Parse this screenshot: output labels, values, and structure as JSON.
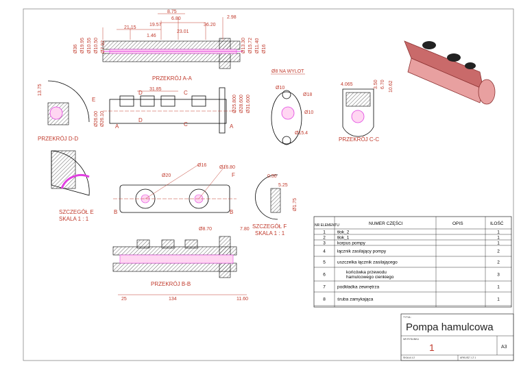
{
  "labels": {
    "section_aa": "PRZEKRÓJ A-A",
    "section_dd": "PRZEKRÓJ D-D",
    "section_cc": "PRZEKRÓJ C-C",
    "section_bb": "PRZEKRÓJ B-B",
    "detail_e_line1": "SZCZEGÓŁ E",
    "detail_e_line2": "SKALA 1 : 1",
    "detail_f_line1": "SZCZEGÓŁ F",
    "detail_f_line2": "SKALA 1 : 1",
    "outlet_callout": "Ø8 NA WYLOT",
    "view_letters": {
      "a": "A",
      "b": "B",
      "c": "C",
      "d": "D",
      "e": "E",
      "f": "F"
    }
  },
  "dims": {
    "aa_top": [
      "8.75",
      "2.98",
      "6.80",
      "21.15",
      "19.57",
      "36.20",
      "1.46",
      "23.01"
    ],
    "aa_left": [
      "Ø36",
      "Ø19.95",
      "Ø10.55",
      "Ø10.50",
      "Ø7.92"
    ],
    "aa_right": [
      "Ø13.30",
      "Ø15.72",
      "Ø11.40",
      "Ø16"
    ],
    "front": [
      "31.85",
      "Ø25.800",
      "Ø28.600",
      "Ø31.600"
    ],
    "left_small": [
      "Ø26.00",
      "Ø26.10"
    ],
    "dd": "13.75",
    "flange": [
      "Ø10",
      "Ø18",
      "Ø10",
      "Ø15.4"
    ],
    "cc": [
      "4.065",
      "3.50",
      "6.70",
      "10.62"
    ],
    "bb_view": [
      "Ø20",
      "Ø16",
      "Ø16.80",
      "Ø8.70",
      "7.80"
    ],
    "detail_f": [
      "0.50",
      "5.25",
      "Ø1.75"
    ],
    "bb_bottom": [
      "25",
      "134",
      "11.60"
    ]
  },
  "bom": {
    "headers": [
      "NR ELEMENTU",
      "NUMER CZĘŚCI",
      "OPIS",
      "ILOŚĆ"
    ],
    "rows": [
      {
        "nr": "1",
        "part": "tłok_2",
        "desc": "",
        "qty": "1"
      },
      {
        "nr": "2",
        "part": "tłok_1",
        "desc": "",
        "qty": "1"
      },
      {
        "nr": "3",
        "part": "korpus pompy",
        "desc": "",
        "qty": "1"
      },
      {
        "nr": "4",
        "part": "łącznik zasilający pompy",
        "desc": "",
        "qty": "2"
      },
      {
        "nr": "5",
        "part": "uszczelka łącznik zasilającego",
        "desc": "",
        "qty": "2"
      },
      {
        "nr": "6",
        "part": "końcówka przewodu hamulcowego cienkiego",
        "desc": "",
        "qty": "3"
      },
      {
        "nr": "7",
        "part": "podkładka zewnętrza",
        "desc": "",
        "qty": "1"
      },
      {
        "nr": "8",
        "part": "śruba zamykająca",
        "desc": "",
        "qty": "1"
      }
    ]
  },
  "title_block": {
    "title_label": "TYTUŁ:",
    "title": "Pompa hamulcowa",
    "sheet_label": "NR RYSUNKU",
    "sheet_number": "1",
    "format": "A3",
    "scale": "SKALA:1:2",
    "page": "ARKUSZ 1 Z 1"
  },
  "colors": {
    "dimension": "#c0392b",
    "section": "#e040e0",
    "outline": "#000000"
  }
}
